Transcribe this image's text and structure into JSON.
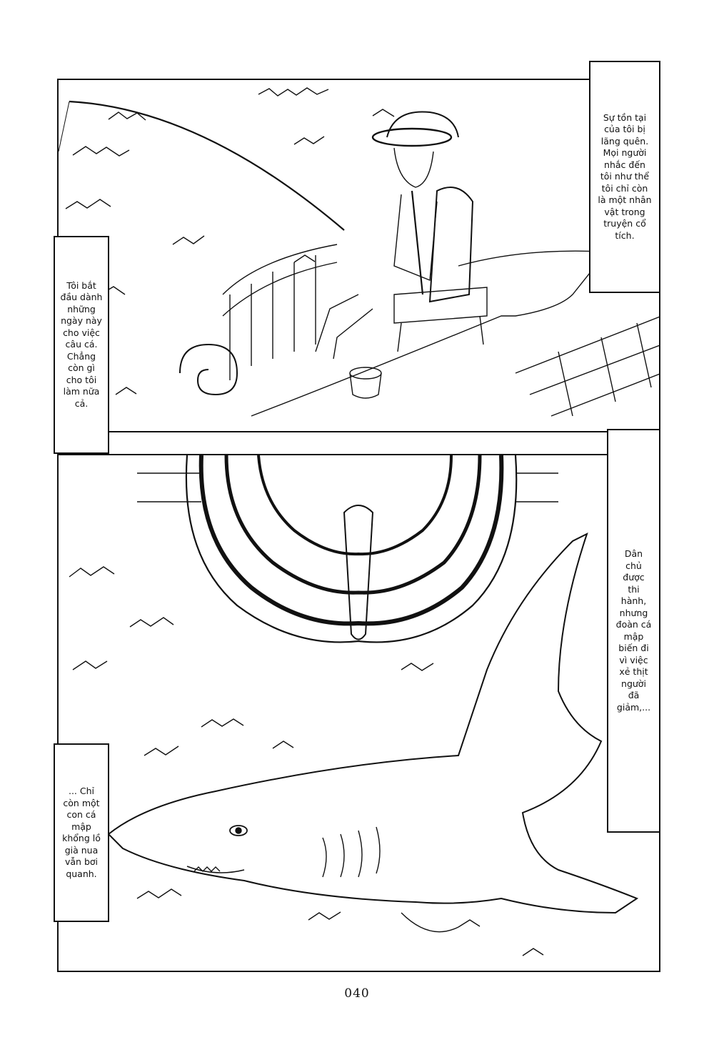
{
  "page": {
    "number": "040"
  },
  "panels": {
    "top": {
      "caption_right": "Sự tồn tại\ncủa tôi bị\nlãng quên.\nMọi người\nnhắc đến\ntôi như thể\ntôi chỉ còn\nlà một nhân\nvật trong\ntruyện cổ\ntích.",
      "caption_left": "Tôi bắt\nđầu dành\nnhững\nngày này\ncho việc\ncâu cá.\nChẳng\ncòn gì\ncho tôi\nlàm nữa\ncả."
    },
    "bottom": {
      "caption_right": "Dân\nchủ\nđược\nthi\nhành,\nnhưng\nđoàn cá\nmập\nbiến đi\nvì việc\nxẻ thịt\nngười\nđã\ngiảm,...",
      "caption_left": "... Chỉ\ncòn một\ncon cá\nmập\nkhổng lồ\ngià nua\nvẫn bơi\nquanh."
    }
  },
  "artwork": {
    "top": "fisherman-in-tricorn-hat-on-ship-deck",
    "bottom": "ship-hull-and-giant-shark"
  }
}
